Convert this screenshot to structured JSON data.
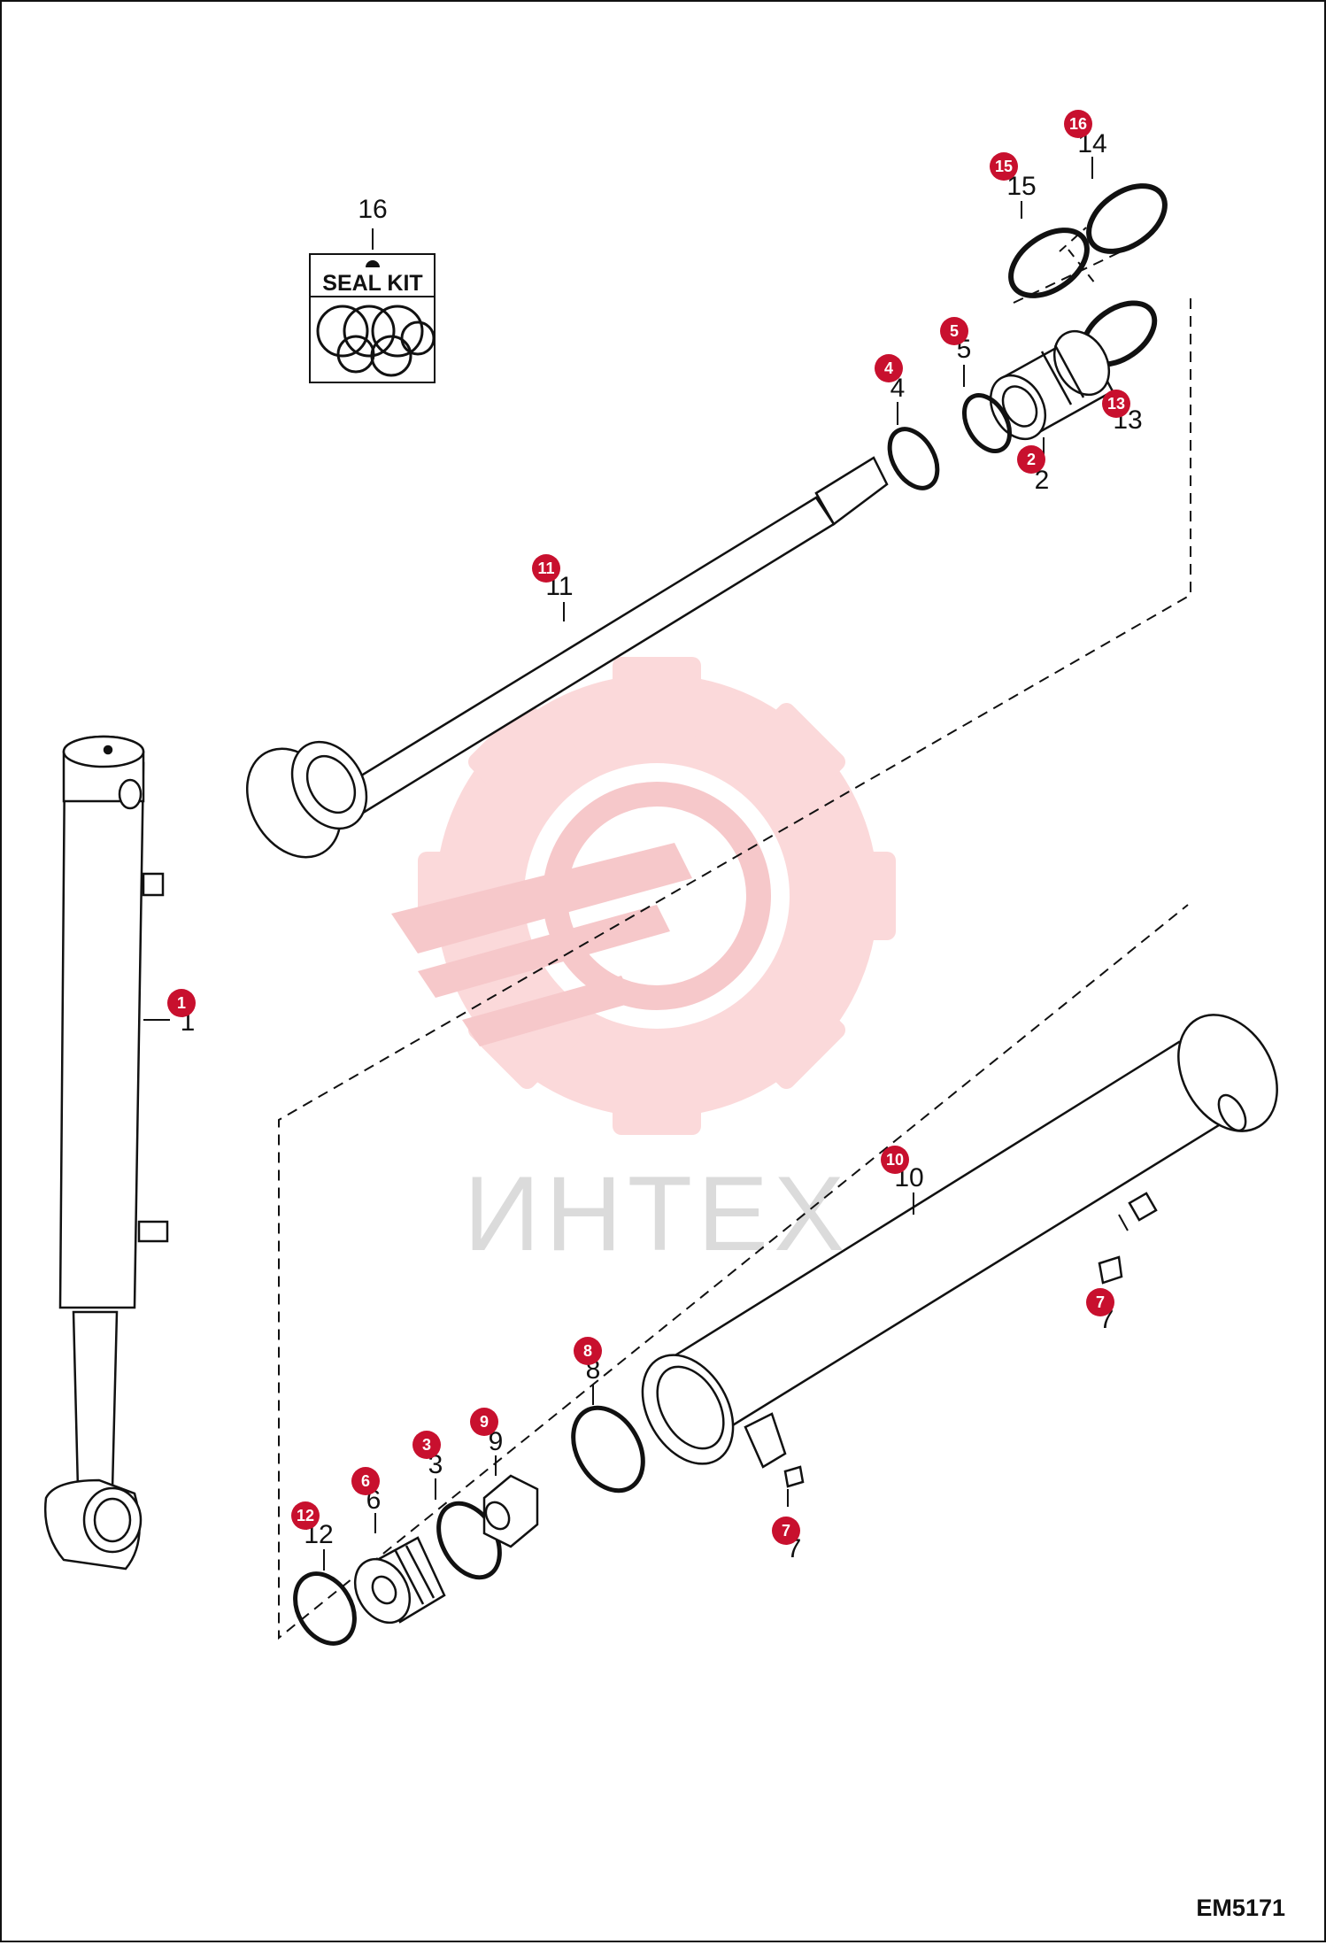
{
  "kit": {
    "number": "16",
    "label": "SEAL KIT"
  },
  "watermark": {
    "text": "ИНТЕХ",
    "color": "#f4b9bb"
  },
  "drawing_code": "EM5171",
  "accent_color": "#c8102e",
  "callouts": [
    {
      "id": "c16",
      "badge": "16",
      "label": "14"
    },
    {
      "id": "c15",
      "badge": "15",
      "label": "15"
    },
    {
      "id": "c5",
      "badge": "5",
      "label": "5"
    },
    {
      "id": "c4",
      "badge": "4",
      "label": "4"
    },
    {
      "id": "c13",
      "badge": "13",
      "label": "13"
    },
    {
      "id": "c2",
      "badge": "2",
      "label": "2"
    },
    {
      "id": "c11",
      "badge": "11",
      "label": "11"
    },
    {
      "id": "c1",
      "badge": "1",
      "label": "1"
    },
    {
      "id": "c10",
      "badge": "10",
      "label": "10"
    },
    {
      "id": "c7a",
      "badge": "7",
      "label": "7"
    },
    {
      "id": "c8",
      "badge": "8",
      "label": "8"
    },
    {
      "id": "c9",
      "badge": "9",
      "label": "9"
    },
    {
      "id": "c3",
      "badge": "3",
      "label": "3"
    },
    {
      "id": "c6",
      "badge": "6",
      "label": "6"
    },
    {
      "id": "c12",
      "badge": "12",
      "label": "12"
    },
    {
      "id": "c7b",
      "badge": "7",
      "label": "7"
    }
  ]
}
